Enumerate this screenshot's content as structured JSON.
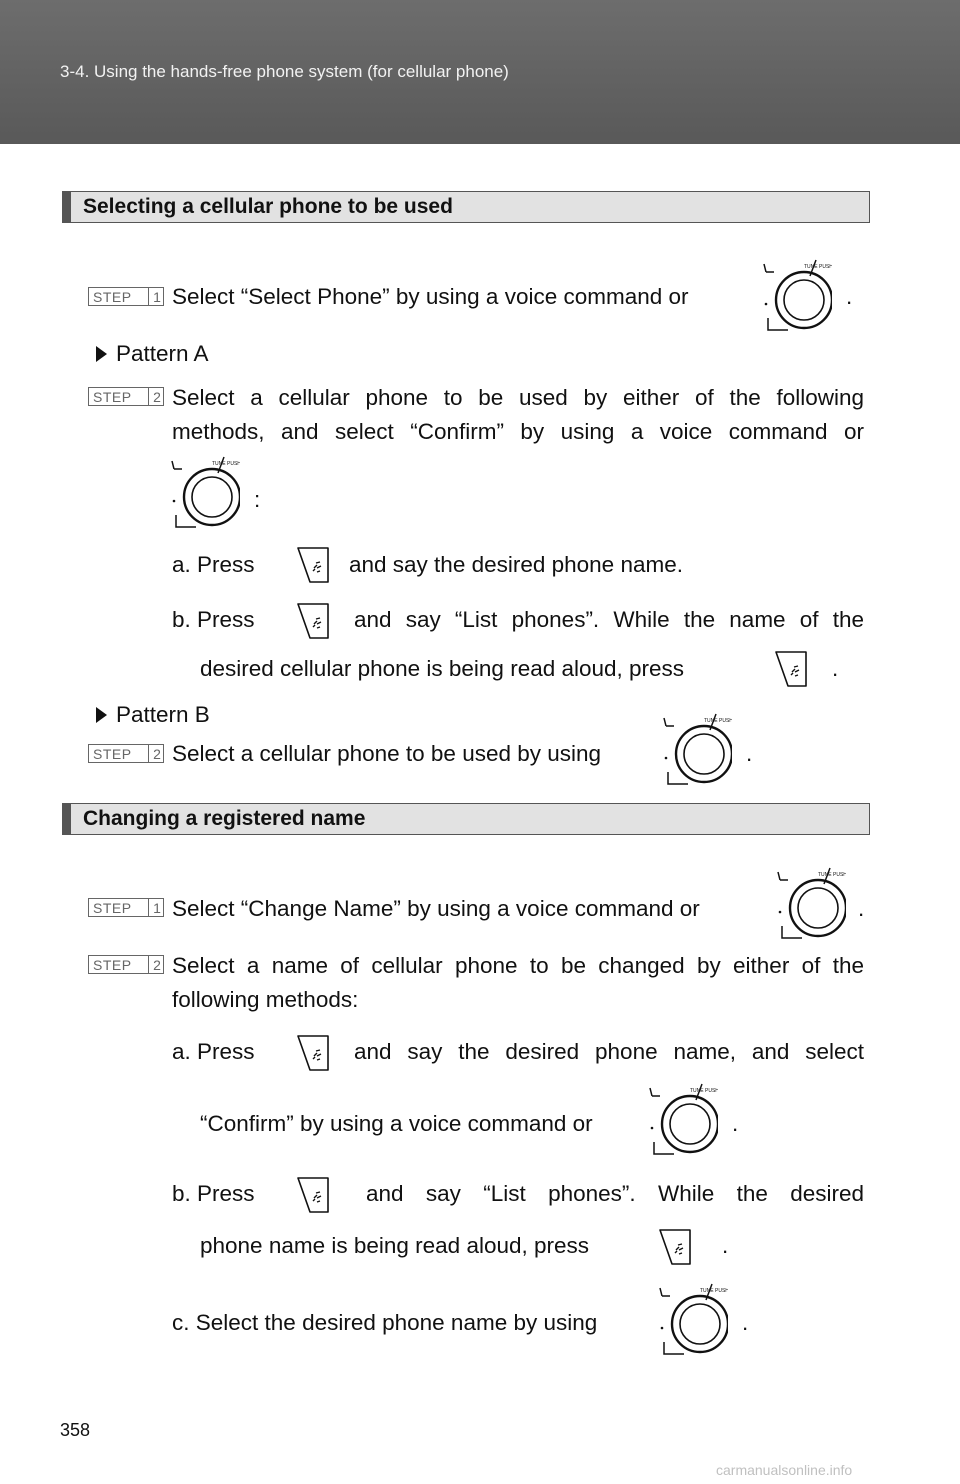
{
  "header": {
    "breadcrumb": "3-4. Using the hands-free phone system (for cellular phone)"
  },
  "step_labels": {
    "word": "STEP",
    "n1": "1",
    "n2": "2"
  },
  "section1": {
    "title": "Selecting a cellular phone to be used",
    "step1_text": "Select “Select Phone” by using a voice command or",
    "pattern_a": "Pattern A",
    "step2a_line1": "Select a cellular phone to be used by either of the following",
    "step2a_line2": "methods, and select “Confirm” by using a voice command or",
    "colon": ":",
    "a_press": "a. Press",
    "a_rest": "and say the desired phone name.",
    "b_press": "b. Press",
    "b_rest": "and say “List phones”. While the name of the",
    "b_line2": "desired cellular phone is being read aloud, press",
    "pattern_b": "Pattern B",
    "step2b_text": "Select a cellular phone to be used by using"
  },
  "section2": {
    "title": "Changing a registered name",
    "step1_text": "Select “Change Name” by using a voice command or",
    "step2_line1": "Select a name of cellular phone to be changed by either of the",
    "step2_line2": "following methods:",
    "a_press": "a. Press",
    "a_rest": "and say the desired phone name, and select",
    "a_line2": "“Confirm” by using a voice command or",
    "b_press": "b. Press",
    "b_rest": "and say “List phones”. While the desired",
    "b_line2": "phone name is being read aloud, press",
    "c_text": "c. Select the desired phone name by using"
  },
  "punct": {
    "period": "."
  },
  "knob_label": "TUNE PUSH",
  "page_number": "358",
  "watermark": "carmanualsonline.info",
  "icons": {
    "knob": "tune-knob-icon",
    "talk": "talk-switch-icon"
  }
}
